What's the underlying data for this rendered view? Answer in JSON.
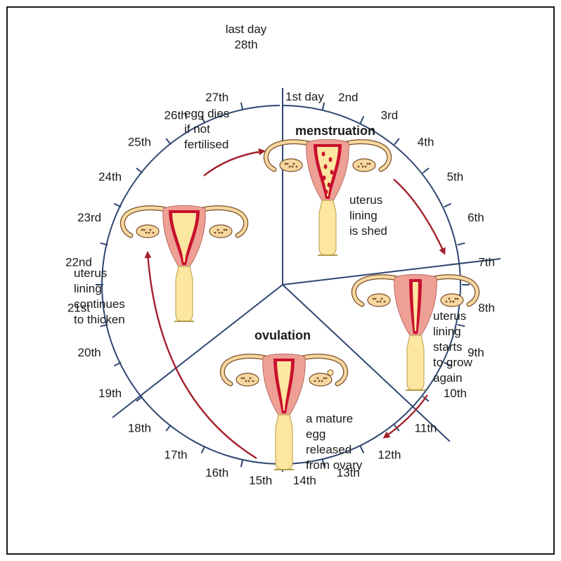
{
  "colors": {
    "frame": "#1a1a1a",
    "ring": "#2f4770",
    "arrow": "#a3202c",
    "lining": "#c8102e",
    "uterus": "#eea095",
    "cervix": "#fde6a0",
    "ovary": "#f6d8a0",
    "ovary_dots": "#7a4e2a"
  },
  "day_labels": [
    "1st day",
    "2nd",
    "3rd",
    "4th",
    "5th",
    "6th",
    "7th",
    "8th",
    "9th",
    "10th",
    "11th",
    "12th",
    "13th",
    "14th",
    "15th",
    "16th",
    "17th",
    "18th",
    "19th",
    "20th",
    "21st",
    "22nd",
    "23rd",
    "24th",
    "25th",
    "26th",
    "27th",
    "28th"
  ],
  "last_day_label": "last day",
  "phases": {
    "menstruation": "menstruation",
    "ovulation": "ovulation"
  },
  "notes": {
    "shed": [
      "uterus",
      "lining",
      "is shed"
    ],
    "grow": [
      "uterus",
      "lining",
      "starts",
      "to grow",
      "again"
    ],
    "release": [
      "a mature",
      "egg",
      "released",
      "from ovary"
    ],
    "thicken": [
      "uterus",
      "lining",
      "continues",
      "to thicken"
    ],
    "dies": [
      "egg dies",
      "if not",
      "fertilised"
    ]
  },
  "icons": {
    "uterus_menstruation": "uterus-shedding-icon",
    "uterus_growing": "uterus-growing-icon",
    "uterus_ovulation": "uterus-ovulation-icon",
    "uterus_thick": "uterus-thick-lining-icon",
    "cycle_arrow": "curved-arrow-icon"
  }
}
